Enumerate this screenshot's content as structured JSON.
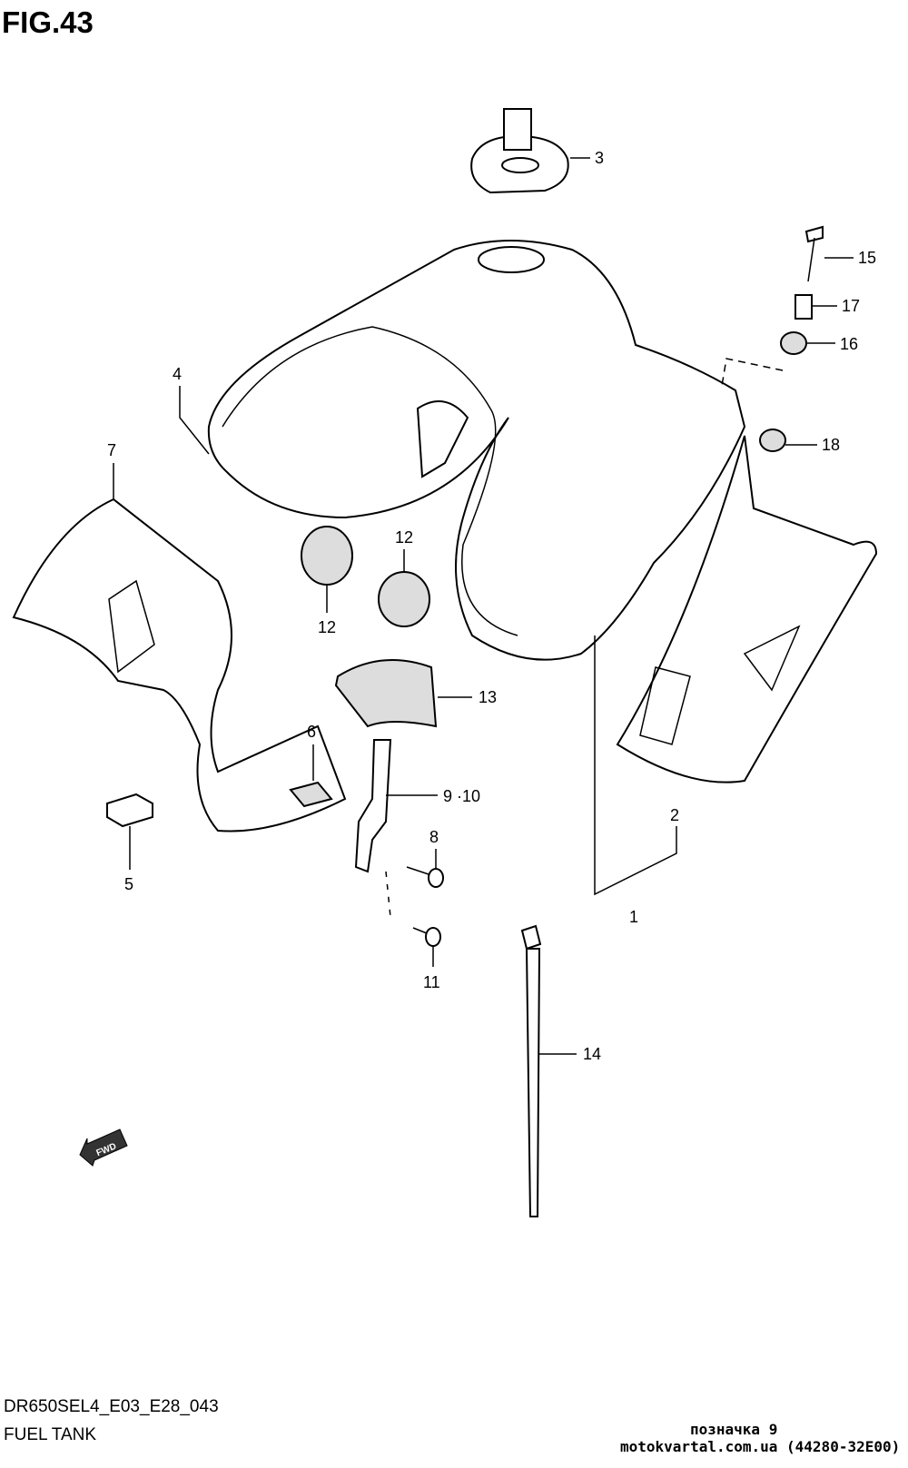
{
  "figure_title": "FIG.43",
  "model_code": "DR650SEL4_E03_E28_043",
  "section_name": "FUEL TANK",
  "stamp": {
    "line1": "позначка 9",
    "line2": "motokvartal.com.ua (44280-32E00)"
  },
  "fwd_label": "FWD",
  "callouts": {
    "c1": "1",
    "c2": "2",
    "c3": "3",
    "c4": "4",
    "c5": "5",
    "c6": "6",
    "c7": "7",
    "c8": "8",
    "c910": "9 ·10",
    "c11": "11",
    "c12a": "12",
    "c12b": "12",
    "c13": "13",
    "c14": "14",
    "c15": "15",
    "c16": "16",
    "c17": "17",
    "c18": "18"
  }
}
